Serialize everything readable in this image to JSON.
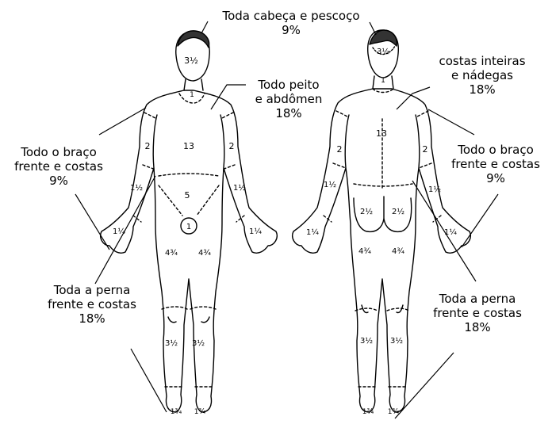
{
  "callouts": {
    "head_neck": {
      "line1": "Toda cabeça e pescoço",
      "line2": "9%"
    },
    "chest_abdomen": {
      "line1": "Todo peito",
      "line2": "e abdômen",
      "line3": "18%"
    },
    "back_buttocks": {
      "line1": "costas inteiras",
      "line2": "e nádegas",
      "line3": "18%"
    },
    "arm_left": {
      "line1": "Todo o braço",
      "line2": "frente e costas",
      "line3": "9%"
    },
    "arm_right": {
      "line1": "Todo o braço",
      "line2": "frente e costas",
      "line3": "9%"
    },
    "leg_left": {
      "line1": "Toda a perna",
      "line2": "frente e costas",
      "line3": "18%"
    },
    "leg_right": {
      "line1": "Toda a perna",
      "line2": "frente e costas",
      "line3": "18%"
    }
  },
  "front_labels": {
    "head": "3½",
    "neck": "1",
    "trunk": "13",
    "upper_arm_left": "2",
    "upper_arm_right": "2",
    "forearm_left": "1½",
    "forearm_right": "1½",
    "hand_left": "1¼",
    "hand_right": "1¼",
    "lower_abdomen": "5",
    "genitals": "1",
    "thigh_left": "4¾",
    "thigh_right": "4¾",
    "leg_left": "3½",
    "leg_right": "3½",
    "foot_left": "1¾",
    "foot_right": "1¾"
  },
  "back_labels": {
    "head": "3½",
    "neck": "1",
    "trunk": "13",
    "upper_arm_left": "2",
    "upper_arm_right": "2",
    "forearm_left": "1½",
    "forearm_right": "1½",
    "hand_left": "1¼",
    "hand_right": "1¼",
    "buttock_left": "2½",
    "buttock_right": "2½",
    "thigh_left": "4¾",
    "thigh_right": "4¾",
    "leg_left": "3½",
    "leg_right": "3½",
    "foot_left": "1¾",
    "foot_right": "1¾"
  }
}
